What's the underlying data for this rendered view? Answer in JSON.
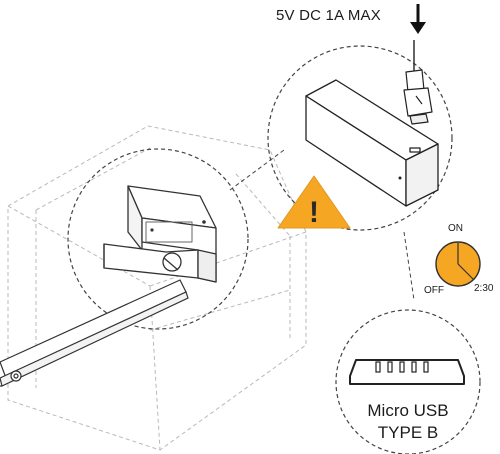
{
  "power_spec": "5V DC 1A MAX",
  "timer": {
    "on_label": "ON",
    "off_label": "OFF",
    "duration": "2:30",
    "dial_color": "#f5a623"
  },
  "connector": {
    "line1": "Micro USB",
    "line2": "TYPE B"
  },
  "warning": {
    "symbol": "!",
    "color": "#f5a623"
  },
  "icons": [
    "down-arrow-icon",
    "warning-icon",
    "micro-usb-port-icon",
    "timer-dial-icon"
  ]
}
